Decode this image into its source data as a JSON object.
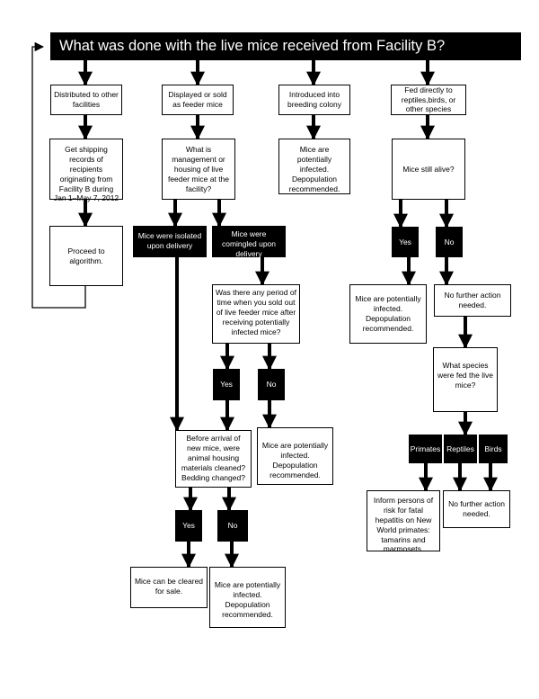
{
  "header": {
    "question": "What was done with the live mice received from Facility B?"
  },
  "boxes": {
    "distributed": "Distributed to other facilities",
    "displayed": "Displayed or sold as feeder mice",
    "introduced": "Introduced into breeding colony",
    "fed": "Fed directly to reptiles,birds, or other species",
    "shipping": "Get shipping records of recipients originating from Facility B during Jan 1–May 7, 2012",
    "management": "What is management or housing of live feeder mice at the facility?",
    "infected_colony": "Mice are potentially infected. Depopulation recommended.",
    "still_alive": "Mice still alive?",
    "proceed": "Proceed to algorithm.",
    "isolated": "Mice were isolated upon delivery",
    "comingled": "Mice were comingled upon delivery",
    "yes_alive": "Yes",
    "no_alive": "No",
    "sold_out": "Was there any period of time when you sold out of live feeder mice after receiving potentially infected mice?",
    "infected_alive": "Mice are potentially infected. Depopulation recommended.",
    "no_further_1": "No further action needed.",
    "yes_soldout": "Yes",
    "no_soldout": "No",
    "species": "What species were fed the live mice?",
    "cleaned": "Before arrival of new mice, were animal housing materials cleaned? Bedding changed?",
    "infected_soldout": "Mice are potentially infected. Depopulation recommended.",
    "primates": "Primates",
    "reptiles": "Reptiles",
    "birds": "Birds",
    "hepatitis": "Inform persons of risk for fatal hepatitis on New World primates: tamarins and marmosets.",
    "no_further_2": "No further action needed.",
    "yes_cleaned": "Yes",
    "no_cleaned": "No",
    "cleared": "Mice can be cleared for sale.",
    "infected_cleaned": "Mice are potentially infected. Depopulation recommended."
  }
}
